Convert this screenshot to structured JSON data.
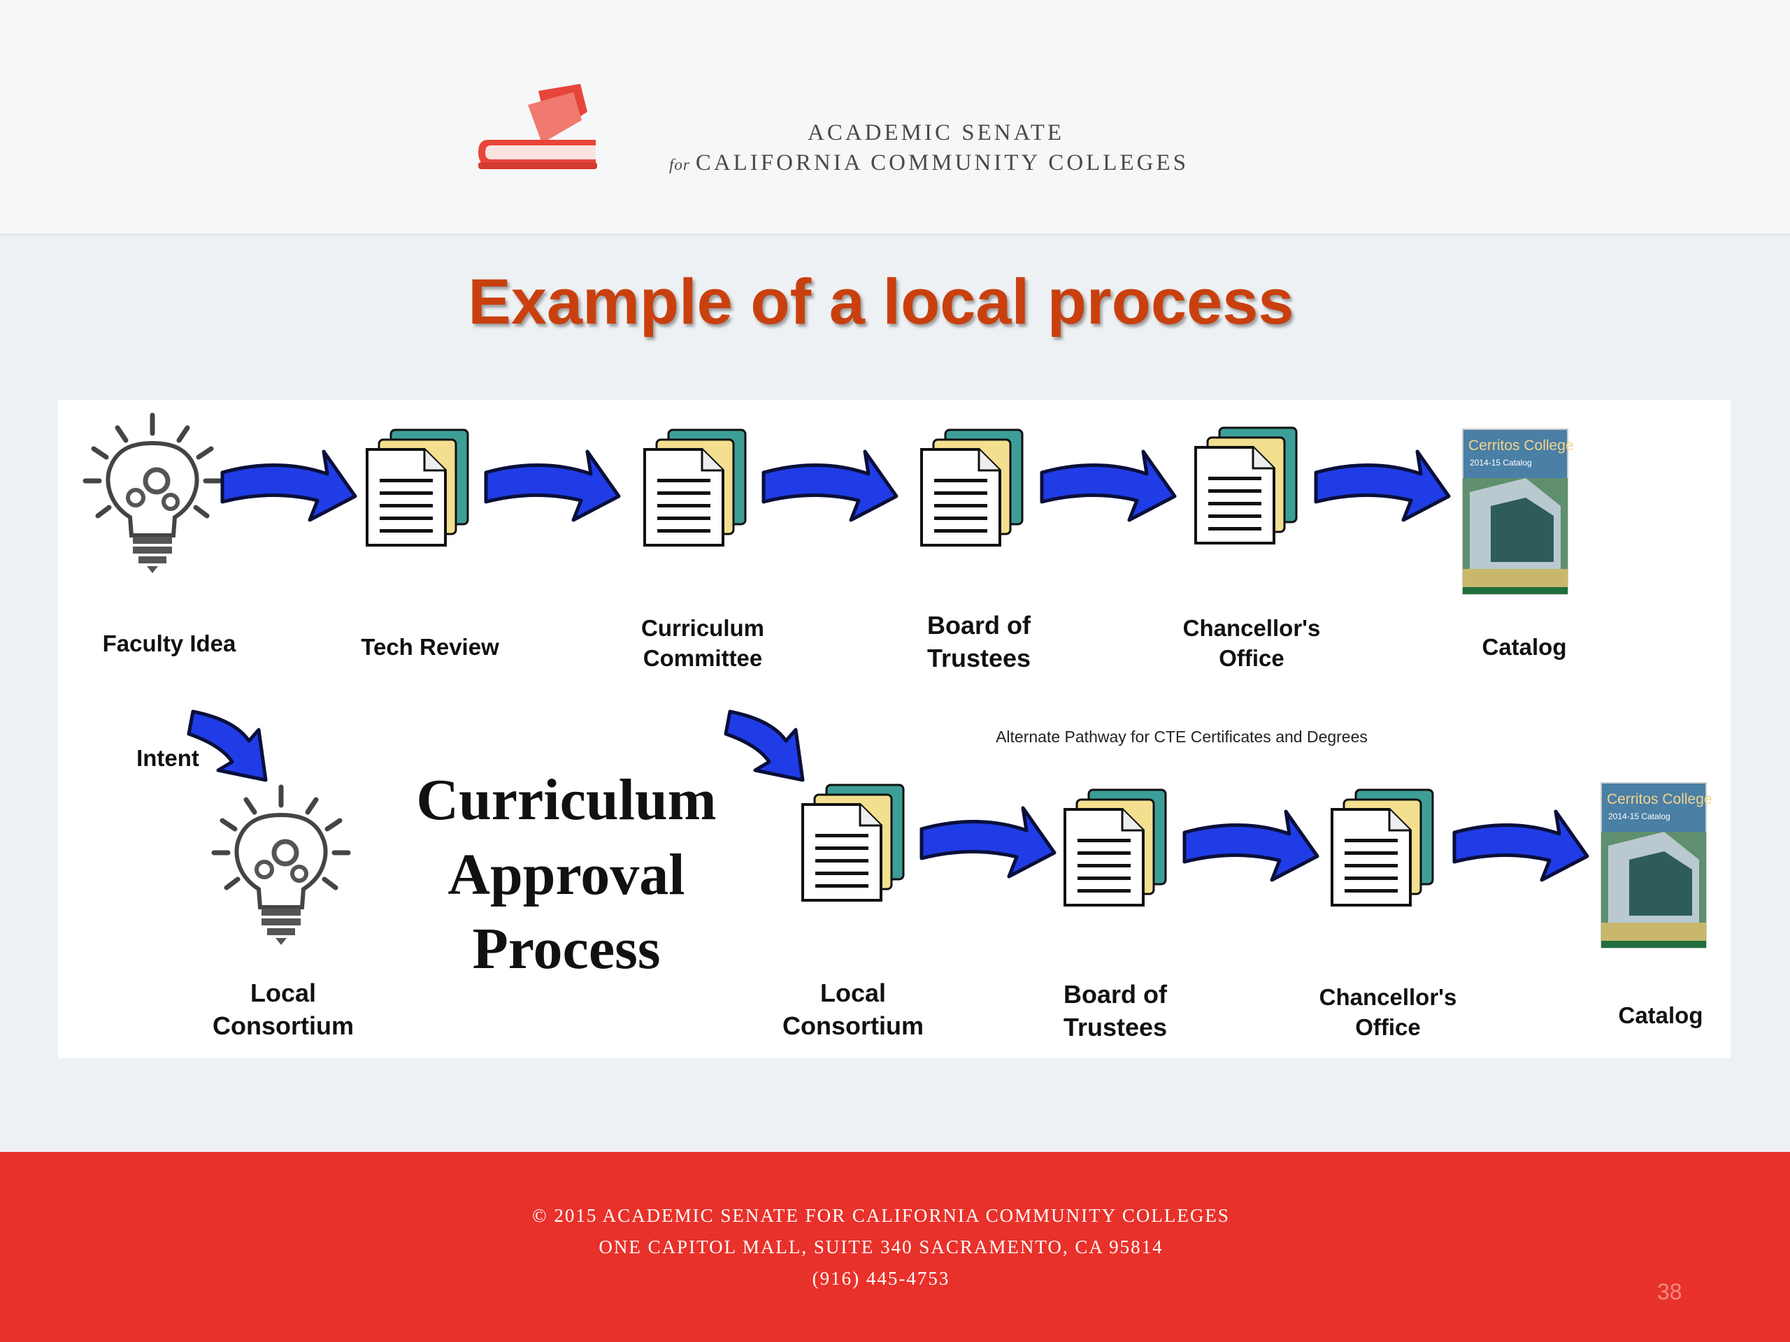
{
  "header": {
    "org_line1": "ACADEMIC SENATE",
    "org_line2_prefix": "for",
    "org_line2": "CALIFORNIA COMMUNITY COLLEGES"
  },
  "title": "Example of a local process",
  "diagram": {
    "top_row": [
      "Faculty Idea",
      "Tech Review",
      "Curriculum Committee",
      "Board of Trustees",
      "Chancellor's Office",
      "Catalog"
    ],
    "intent_label": "Intent",
    "branch_start": "Local Consortium",
    "process_title": [
      "Curriculum",
      "Approval",
      "Process"
    ],
    "alternate_caption": "Alternate Pathway for CTE Certificates and Degrees",
    "bottom_row": [
      "Local Consortium",
      "Board of Trustees",
      "Chancellor's Office",
      "Catalog"
    ],
    "catalog_cover_text": [
      "Cerritos College",
      "2014-15 Catalog"
    ]
  },
  "footer": {
    "line1": "© 2015 ACADEMIC SENATE FOR CALIFORNIA COMMUNITY COLLEGES",
    "line2": "ONE CAPITOL MALL, SUITE 340 SACRAMENTO, CA 95814",
    "line3": "(916) 445-4753"
  },
  "page_number": "38",
  "colors": {
    "title": "#c9400e",
    "footer": "#e8312a",
    "arrow": "#1f3ce6",
    "logo": "#e8453a"
  }
}
